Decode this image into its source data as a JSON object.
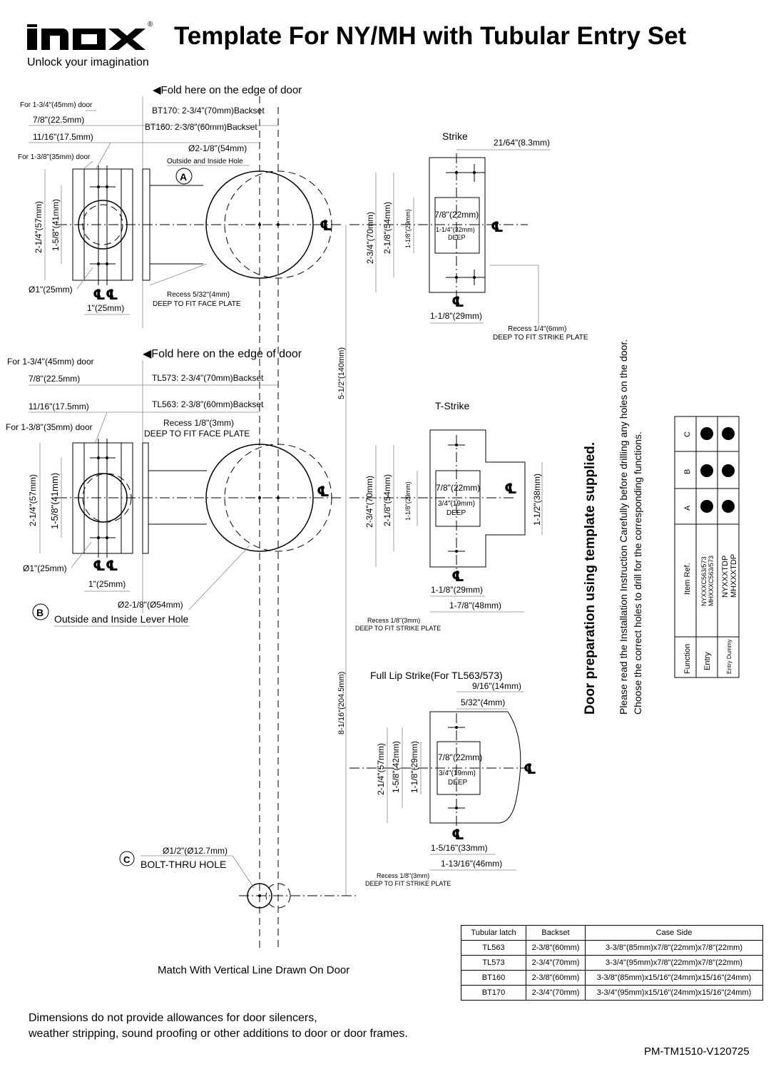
{
  "brand": {
    "logo_text": "inox",
    "registered": "®",
    "tagline": "Unlock your imagination"
  },
  "title": "Template For NY/MH with Tubular Entry Set",
  "top": {
    "fold": "◀Fold here on the edge of door",
    "door45": "For 1-3/4\"(45mm) door",
    "d78": "7/8\"(22.5mm)",
    "d1116": "11/16\"(17.5mm)",
    "door35": "For 1-3/8\"(35mm) door",
    "bt170": "BT170: 2-3/4\"(70mm)Backset",
    "bt160": "BT160: 2-3/8\"(60mm)Backset",
    "hole54": "Ø2-1/8\"(54mm)",
    "hole_label": "Outside and Inside Hole",
    "marker": "A",
    "h57": "2-1/4\"(57mm)",
    "h41": "1-5/8\"(41mm)",
    "dia25": "Ø1\"(25mm)",
    "cl": "℄℄",
    "w25": "1\"(25mm)",
    "recess1": "Recess 5/32\"(4mm)",
    "recess2": "DEEP TO FIT FACE PLATE",
    "cl_single": "℄"
  },
  "strike": {
    "title": "Strike",
    "w": "21/64\"(8.3mm)",
    "h70": "2-3/4\"(70mm)",
    "h54": "2-1/8\"(54mm)",
    "h29": "1-1/8\"(29mm)",
    "box1": "7/8\"(22mm)",
    "box2": "1-1/4\"(32mm)",
    "box3": "DEEP",
    "b29": "1-1/8\"(29mm)",
    "recess1": "Recess 1/4\"(6mm)",
    "recess2": "DEEP TO FIT STRIKE PLATE"
  },
  "vertical": {
    "v140": "5-1/2\"(140mm)",
    "v204": "8-1/16\"(204.5mm)"
  },
  "mid": {
    "fold": "◀Fold here on the edge of door",
    "door45": "For 1-3/4\"(45mm) door",
    "d78": "7/8\"(22.5mm)",
    "d1116": "11/16\"(17.5mm)",
    "door35": "For 1-3/8\"(35mm) door",
    "tl573": "TL573: 2-3/4\"(70mm)Backset",
    "tl563": "TL563: 2-3/8\"(60mm)Backset",
    "recess1": "Recess 1/8\"(3mm)",
    "recess2": "DEEP TO FIT FACE PLATE",
    "h57": "2-1/4\"(57mm)",
    "h41": "1-5/8\"(41mm)",
    "dia25": "Ø1\"(25mm)",
    "w25": "1\"(25mm)",
    "hole54": "Ø2-1/8\"(Ø54mm)",
    "marker": "B",
    "lever": "Outside and Inside Lever Hole"
  },
  "tstrike": {
    "title": "T-Strike",
    "h70": "2-3/4\"(70mm)",
    "h54": "2-1/8\"(54mm)",
    "h29": "1-1/8\"(29mm)",
    "box1": "7/8\"(22mm)",
    "box2": "3/4\"(19mm)",
    "box3": "DEEP",
    "r38": "1-1/2\"(38mm)",
    "b29": "1-1/8\"(29mm)",
    "b48": "1-7/8\"(48mm)",
    "recess1": "Recess 1/8\"(3mm)",
    "recess2": "DEEP TO FIT STRIKE PLATE"
  },
  "lip": {
    "title": "Full Lip Strike(For TL563/573)",
    "w14": "9/16\"(14mm)",
    "w4": "5/32\"(4mm)",
    "h57": "2-1/4\"(57mm)",
    "h42": "1-5/8\"(42mm)",
    "h29": "1-1/8\"(29mm)",
    "box1": "7/8\"(22mm)",
    "box2": "3/4\"(19mm)",
    "box3": "DEEP",
    "b33": "1-5/16\"(33mm)",
    "b46": "1-13/16\"(46mm)",
    "recess1": "Recess 1/8\"(3mm)",
    "recess2": "DEEP TO FIT STRIKE PLATE"
  },
  "bolt": {
    "marker": "C",
    "dia": "Ø1/2\"(Ø12.7mm)",
    "label": "BOLT-THRU HOLE"
  },
  "match": "Match With Vertical Line Drawn On Door",
  "side": {
    "heading": "Door preparation using template supplied.",
    "line1": "Please read the Installation Instruction Carefully before drilling any holes on the door.",
    "line2": "Choose the correct holes to drill for the corresponding functions."
  },
  "func_table": {
    "h_function": "Function",
    "h_item": "Item Ref.",
    "h_a": "A",
    "h_b": "B",
    "h_c": "C",
    "r1_function": "Entry",
    "r1_item1": "NYXXXC563/573",
    "r1_item2": "MHXXXC563/573",
    "r2_function": "Entry Dummy",
    "r2_item1": "NYXXXTDP",
    "r2_item2": "MHXXXTDP"
  },
  "latch_table": {
    "headers": [
      "Tubular latch",
      "Backset",
      "Case Side"
    ],
    "rows": [
      [
        "TL563",
        "2-3/8\"(60mm)",
        "3-3/8\"(85mm)x7/8\"(22mm)x7/8\"(22mm)"
      ],
      [
        "TL573",
        "2-3/4\"(70mm)",
        "3-3/4\"(95mm)x7/8\"(22mm)x7/8\"(22mm)"
      ],
      [
        "BT160",
        "2-3/8\"(60mm)",
        "3-3/8\"(85mm)x15/16\"(24mm)x15/16\"(24mm)"
      ],
      [
        "BT170",
        "2-3/4\"(70mm)",
        "3-3/4\"(95mm)x15/16\"(24mm)x15/16\"(24mm)"
      ]
    ]
  },
  "footer": {
    "note1": "Dimensions do not provide allowances for door silencers,",
    "note2": "weather stripping, sound proofing or other additions to door or door frames.",
    "code": "PM-TM1510-V120725"
  }
}
